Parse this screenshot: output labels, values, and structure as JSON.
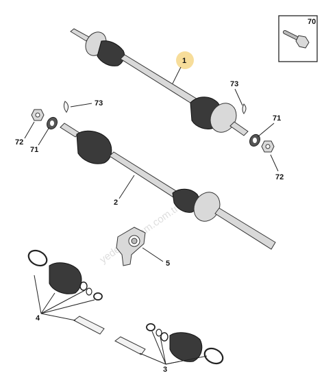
{
  "callouts": {
    "part_70": "70",
    "part_1": "1",
    "part_73_top": "73",
    "part_73_right": "73",
    "part_71_left": "71",
    "part_71_right": "71",
    "part_72_left": "72",
    "part_72_right": "72",
    "part_2": "2",
    "part_5": "5",
    "part_4": "4",
    "part_3": "3"
  },
  "watermark": "yedekparcam.com.tr",
  "colors": {
    "highlight": "#f7dd9a",
    "boot": "#3a3a3a",
    "metal": "#d9d9d9",
    "line": "#222222"
  }
}
